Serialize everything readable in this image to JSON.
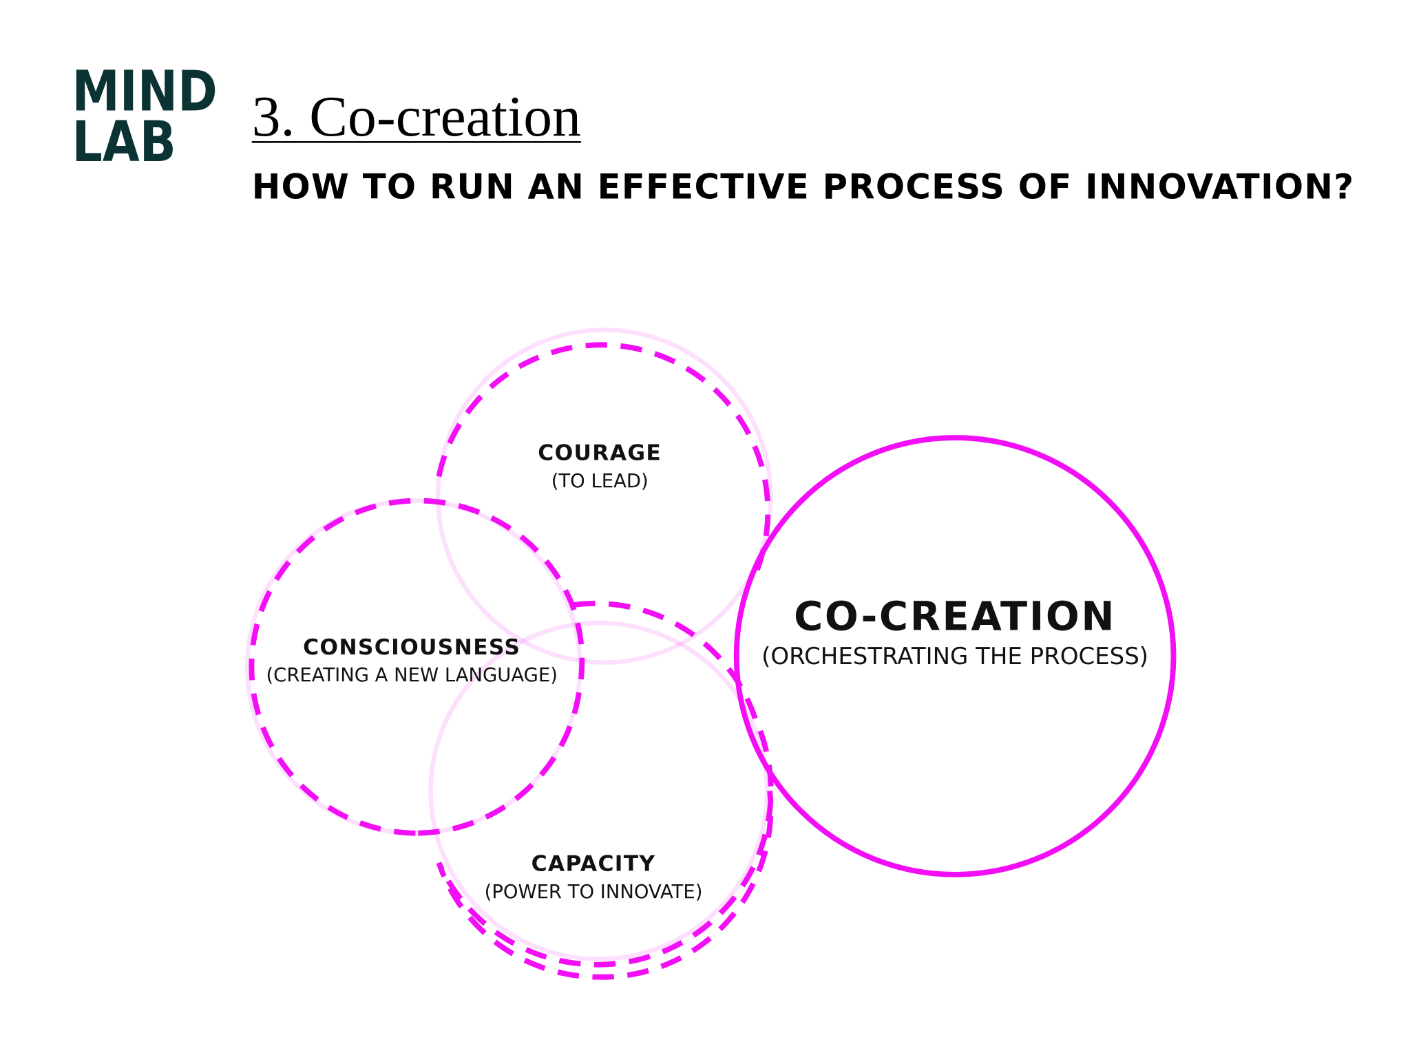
{
  "logo": {
    "line1": "MIND",
    "line2": "LAB"
  },
  "title": "3. Co-creation",
  "subtitle": "How to run an effective process of innovation?",
  "colors": {
    "accent": "#f20ef5",
    "logo": "#0b3333"
  },
  "circles": [
    {
      "id": "courage",
      "heading": "Courage",
      "sub": "(TO LEAD)",
      "style": "dashed"
    },
    {
      "id": "consciousness",
      "heading": "Consciousness",
      "sub": "(CREATING A NEW LANGUAGE)",
      "style": "dashed"
    },
    {
      "id": "capacity",
      "heading": "Capacity",
      "sub": "(POWER TO INNOVATE)",
      "style": "dashed"
    },
    {
      "id": "cocreation",
      "heading": "Co-creation",
      "sub": "(ORCHESTRATING THE PROCESS)",
      "style": "solid"
    }
  ]
}
